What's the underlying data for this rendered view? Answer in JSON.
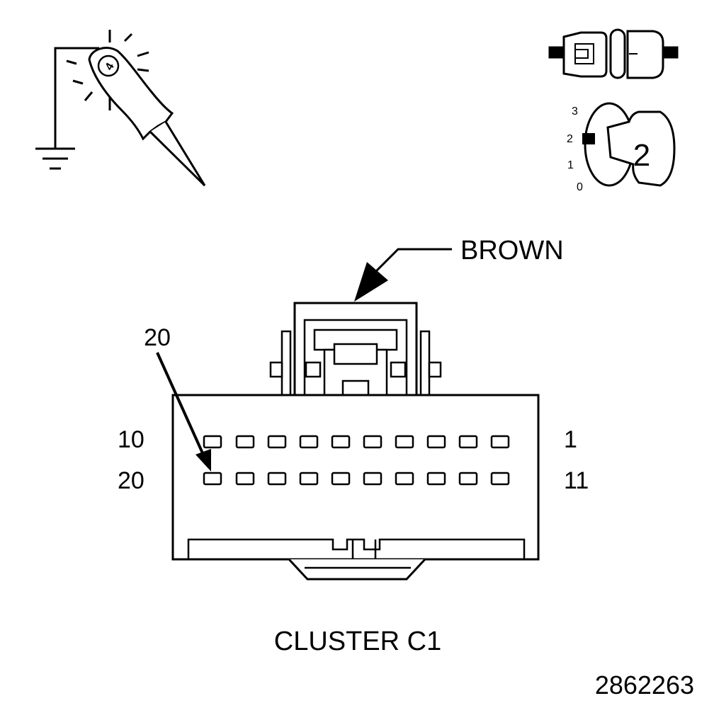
{
  "connector": {
    "color_label": "BROWN",
    "name": "CLUSTER C1",
    "callout_pin": "20",
    "row1_left_pin": "10",
    "row1_right_pin": "1",
    "row2_left_pin": "20",
    "row2_right_pin": "11"
  },
  "ignition_switch": {
    "positions": [
      "3",
      "2",
      "1",
      "0"
    ],
    "selected_position": "2",
    "key_label": "2"
  },
  "probe": {
    "tip_label": "4"
  },
  "figure_number": "2862263",
  "colors": {
    "line": "#000000",
    "background": "#ffffff"
  },
  "icons": [
    "test-light-probe-icon",
    "ground-symbol-icon",
    "disconnected-connector-icon",
    "ignition-switch-icon"
  ]
}
